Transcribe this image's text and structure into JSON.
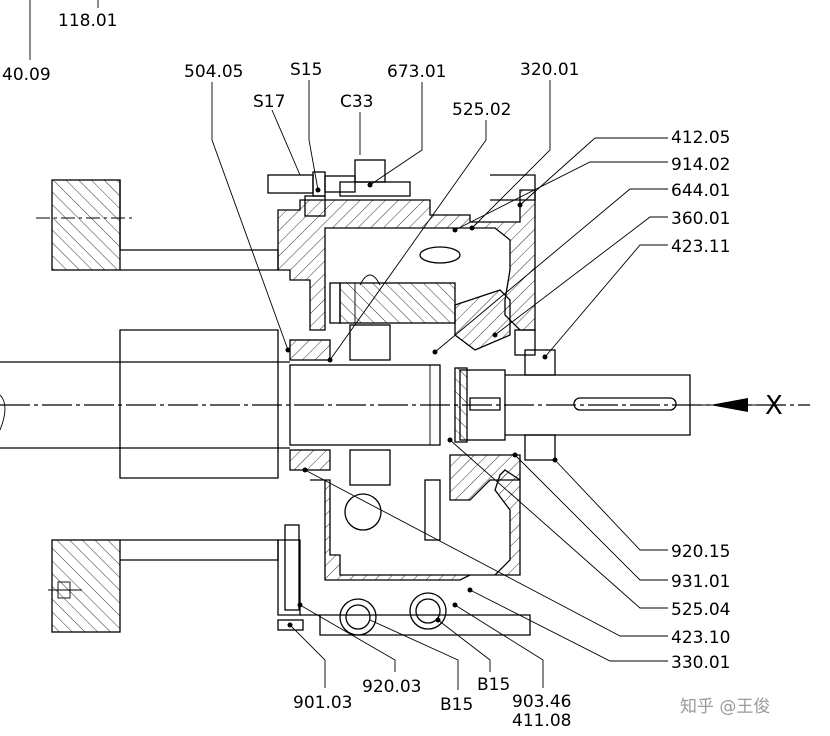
{
  "labels": {
    "l_118_01": "118.01",
    "l_40_09": "40.09",
    "l_504_05": "504.05",
    "l_S15": "S15",
    "l_673_01": "673.01",
    "l_320_01": "320.01",
    "l_S17": "S17",
    "l_C33": "C33",
    "l_525_02": "525.02",
    "l_412_05": "412.05",
    "l_914_02": "914.02",
    "l_644_01": "644.01",
    "l_360_01": "360.01",
    "l_423_11": "423.11",
    "l_X": "X",
    "l_920_15": "920.15",
    "l_931_01": "931.01",
    "l_525_04": "525.04",
    "l_423_10": "423.10",
    "l_330_01": "330.01",
    "l_901_03": "901.03",
    "l_920_03": "920.03",
    "l_B15_a": "B15",
    "l_B15_b": "B15",
    "l_903_46": "903.46",
    "l_411_08": "411.08"
  },
  "watermark": "知乎 @王俊"
}
